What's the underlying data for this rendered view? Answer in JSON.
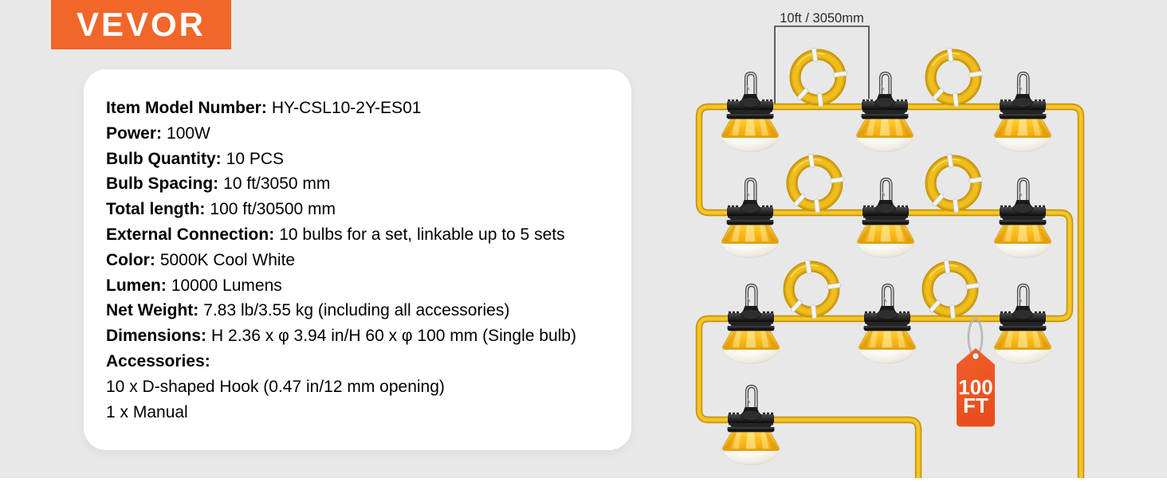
{
  "page": {
    "background": "#e8e8e9"
  },
  "logo": {
    "text": "VEVOR",
    "background": "#F1662A",
    "color": "#FFFFFF"
  },
  "spec_card": {
    "rows": [
      {
        "label": "Item Model Number:",
        "value": "HY-CSL10-2Y-ES01"
      },
      {
        "label": "Power:",
        "value": "100W"
      },
      {
        "label": "Bulb Quantity:",
        "value": "10 PCS"
      },
      {
        "label": "Bulb Spacing:",
        "value": "10 ft/3050 mm"
      },
      {
        "label": "Total length:",
        "value": "100 ft/30500 mm"
      },
      {
        "label": "External Connection:",
        "value": "10 bulbs for a set, linkable up to 5 sets"
      },
      {
        "label": "Color:",
        "value": "5000K Cool White"
      },
      {
        "label": "Lumen:",
        "value": "10000 Lumens"
      },
      {
        "label": "Net Weight:",
        "value": "7.83 lb/3.55 kg (including all accessories)"
      },
      {
        "label": "Dimensions:",
        "value": "H 2.36 x φ 3.94 in/H 60 x φ 100 mm (Single bulb)"
      },
      {
        "label": "Accessories:",
        "value": ""
      }
    ],
    "accessories": [
      "10 x D-shaped Hook (0.47 in/12 mm opening)",
      "1 x Manual"
    ]
  },
  "illustration": {
    "spacing_label": "10ft / 3050mm",
    "tag": {
      "line1": "100",
      "line2": "FT",
      "color": "#F0541F"
    },
    "cable_color": "#EFBE1C",
    "cable_shadow_color": "#C28E06",
    "lamp_shade_color": "#FBBD1E",
    "bulb_color": "#F7F4EC"
  }
}
